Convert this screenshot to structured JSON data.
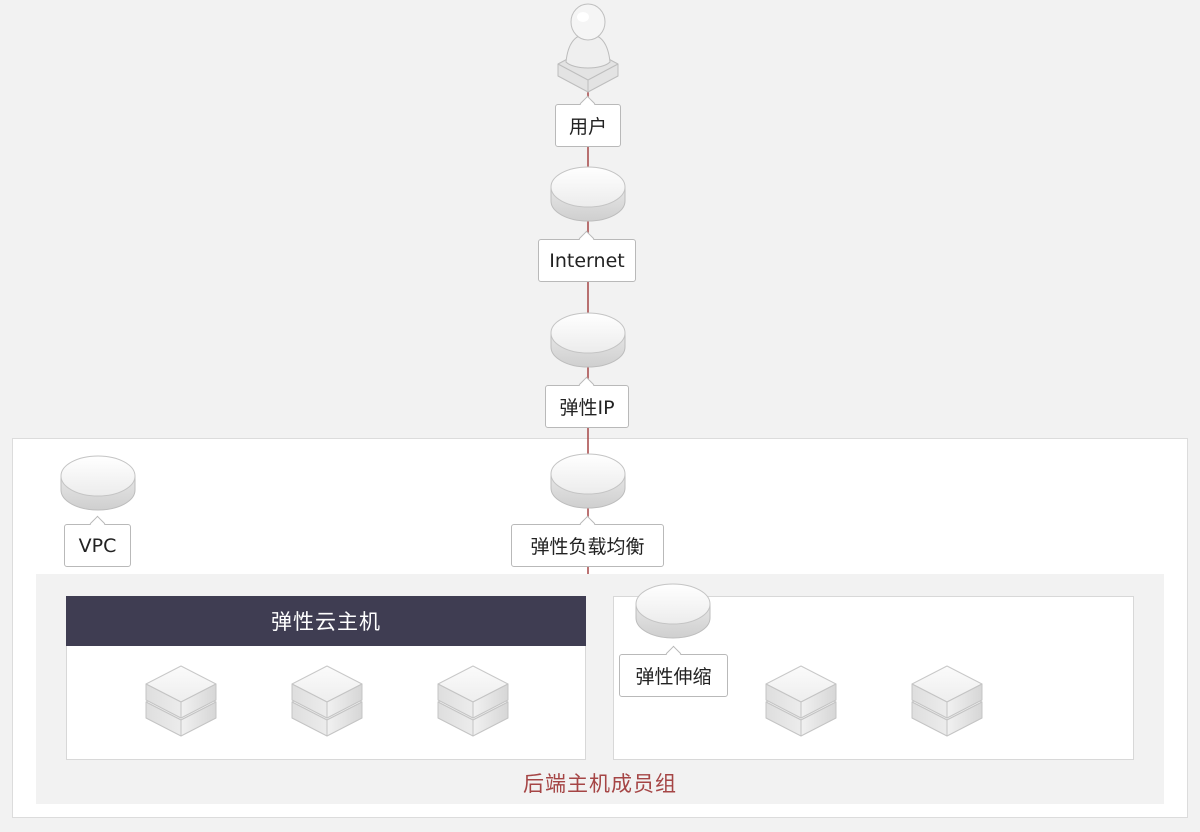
{
  "nodes": {
    "user": {
      "label": "用户",
      "icon": "user-icon"
    },
    "internet": {
      "label": "Internet",
      "icon": "cloud-disc-icon"
    },
    "eip": {
      "label": "弹性IP",
      "icon": "eip-disc-icon"
    },
    "slb": {
      "label": "弹性负载均衡",
      "icon": "load-balancer-disc-icon"
    },
    "vpc": {
      "label": "VPC",
      "icon": "vpc-disc-icon"
    },
    "autoscaling": {
      "label": "弹性伸缩",
      "icon": "autoscaling-disc-icon"
    }
  },
  "ecs_panel": {
    "title": "弹性云主机"
  },
  "backend_group": {
    "label": "后端主机成员组"
  },
  "colors": {
    "connector": "#a54545",
    "header_bg": "#3f3d52",
    "group_label": "#a54545"
  }
}
